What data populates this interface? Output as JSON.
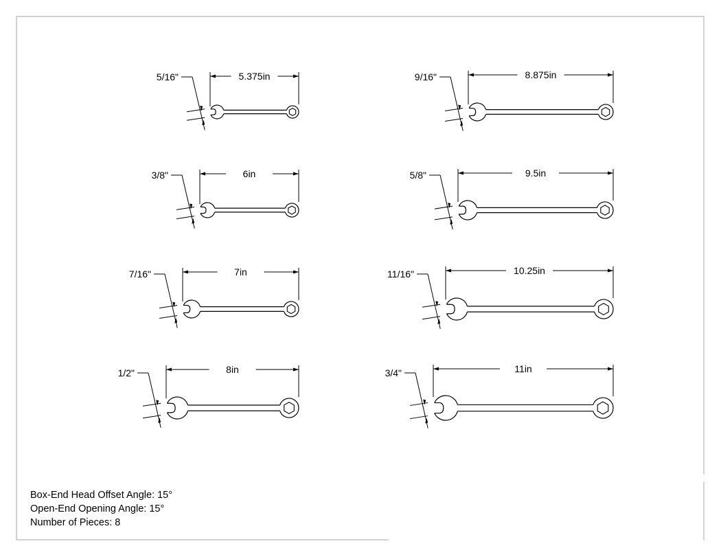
{
  "drawing": {
    "line_color": "#000000",
    "border_color": "#a6a6a6",
    "wrenches": [
      {
        "size": "5/16\"",
        "length": "5.375in"
      },
      {
        "size": "3/8\"",
        "length": "6in"
      },
      {
        "size": "7/16\"",
        "length": "7in"
      },
      {
        "size": "1/2\"",
        "length": "8in"
      },
      {
        "size": "9/16\"",
        "length": "8.875in"
      },
      {
        "size": "5/8\"",
        "length": "9.5in"
      },
      {
        "size": "11/16\"",
        "length": "10.25in"
      },
      {
        "size": "3/4\"",
        "length": "11in"
      }
    ]
  },
  "notes": {
    "offset_angle": "Box-End Head Offset Angle: 15°",
    "opening_angle": "Open-End Opening Angle: 15°",
    "pieces": "Number of Pieces: 8"
  }
}
